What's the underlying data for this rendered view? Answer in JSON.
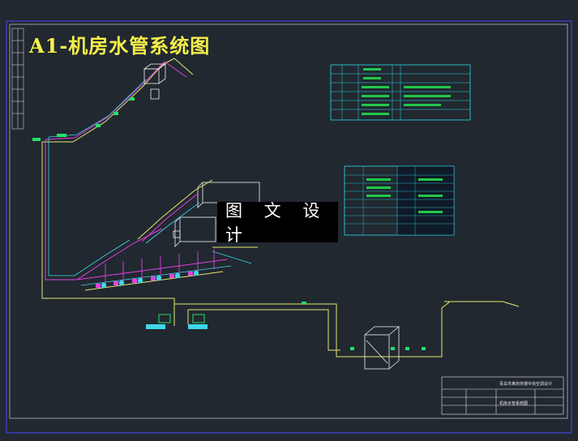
{
  "drawing": {
    "title": "A1-机房水管系统图",
    "watermark": "图 文 设 计",
    "colors": {
      "background": "#212830",
      "frame": "#3f47d8",
      "title": "#f6ef4a",
      "pipe_yellow": "#e4e870",
      "pipe_magenta": "#e040e0",
      "pipe_cyan": "#3fd7e8",
      "valve_green": "#22e06a",
      "equipment": "#f0f0f0",
      "table_line": "#2fd8e8",
      "table_bar": "#22c84a"
    }
  },
  "title_block": {
    "project_name": "青岛市某商务楼中央空调设计",
    "drawing_name": "机房水管系统图"
  },
  "diagram": {
    "icons": [
      "water-pump-icon",
      "chiller-unit-icon",
      "cooling-tower-icon",
      "valve-icon",
      "check-valve-icon",
      "filter-icon",
      "water-tank-icon"
    ]
  }
}
